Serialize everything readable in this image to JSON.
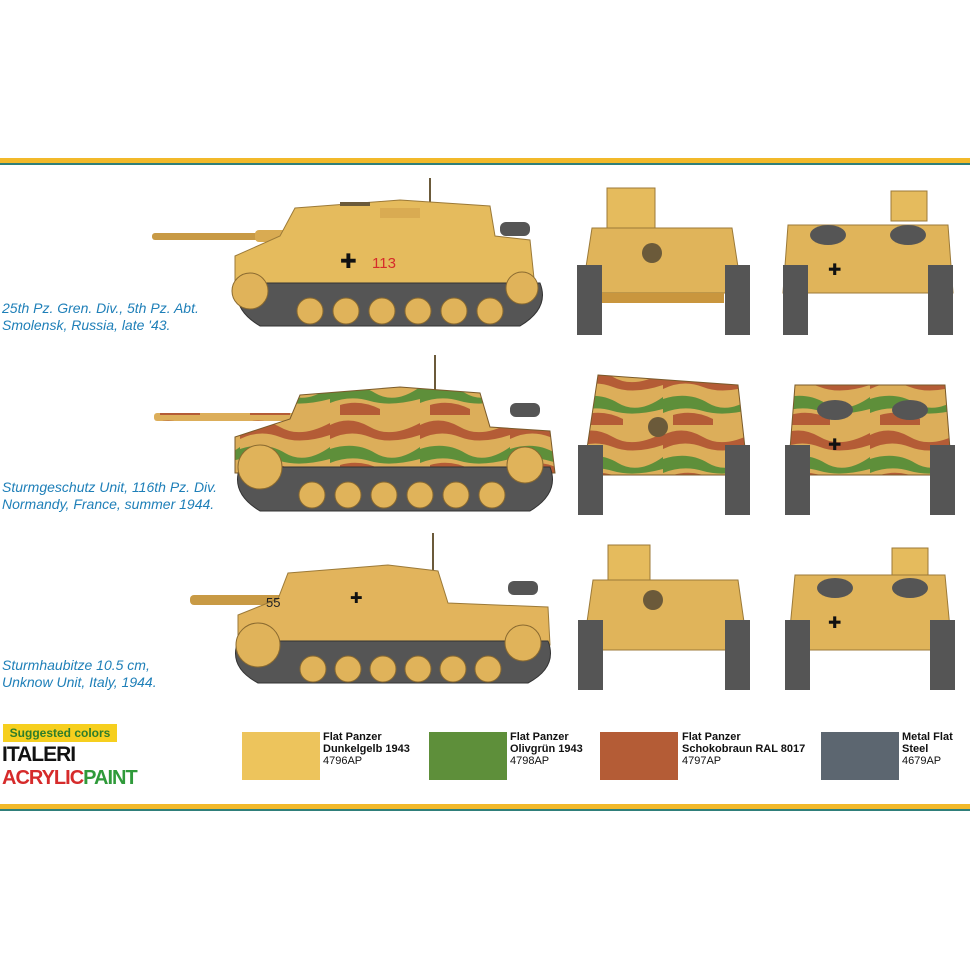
{
  "colors": {
    "band_yellow": "#f2b92a",
    "band_teal": "#2f7f7a",
    "caption_blue": "#1e7fb8",
    "dunkelgelb": "#edc45c",
    "olivgrun": "#5e8f3a",
    "schokobraun": "#b45c36",
    "metal": "#5c6670"
  },
  "vehicles": [
    {
      "caption_line1": "25th Pz. Gren. Div., 5th Pz. Abt.",
      "caption_line2": "Smolensk, Russia, late '43.",
      "hull_number": "113"
    },
    {
      "caption_line1": "Sturmgeschutz Unit, 116th Pz. Div.",
      "caption_line2": "Normandy, France, summer 1944."
    },
    {
      "caption_line1": "Sturmhaubitze 10.5 cm,",
      "caption_line2": "Unknow Unit, Italy, 1944.",
      "hull_number": "55"
    }
  ],
  "legend": {
    "badge": "Suggested colors",
    "brand_line1": "ITALERI",
    "brand_acrylic": "ACRYLIC",
    "brand_paint": "PAINT",
    "paints": [
      {
        "line1": "Flat Panzer",
        "line2": "Dunkelgelb 1943",
        "code": "4796AP"
      },
      {
        "line1": "Flat Panzer",
        "line2": "Olivgrün 1943",
        "code": "4798AP"
      },
      {
        "line1": "Flat Panzer",
        "line2": "Schokobraun RAL 8017",
        "code": "4797AP"
      },
      {
        "line1": "Metal Flat",
        "line2": "Steel",
        "code": "4679AP"
      }
    ]
  }
}
